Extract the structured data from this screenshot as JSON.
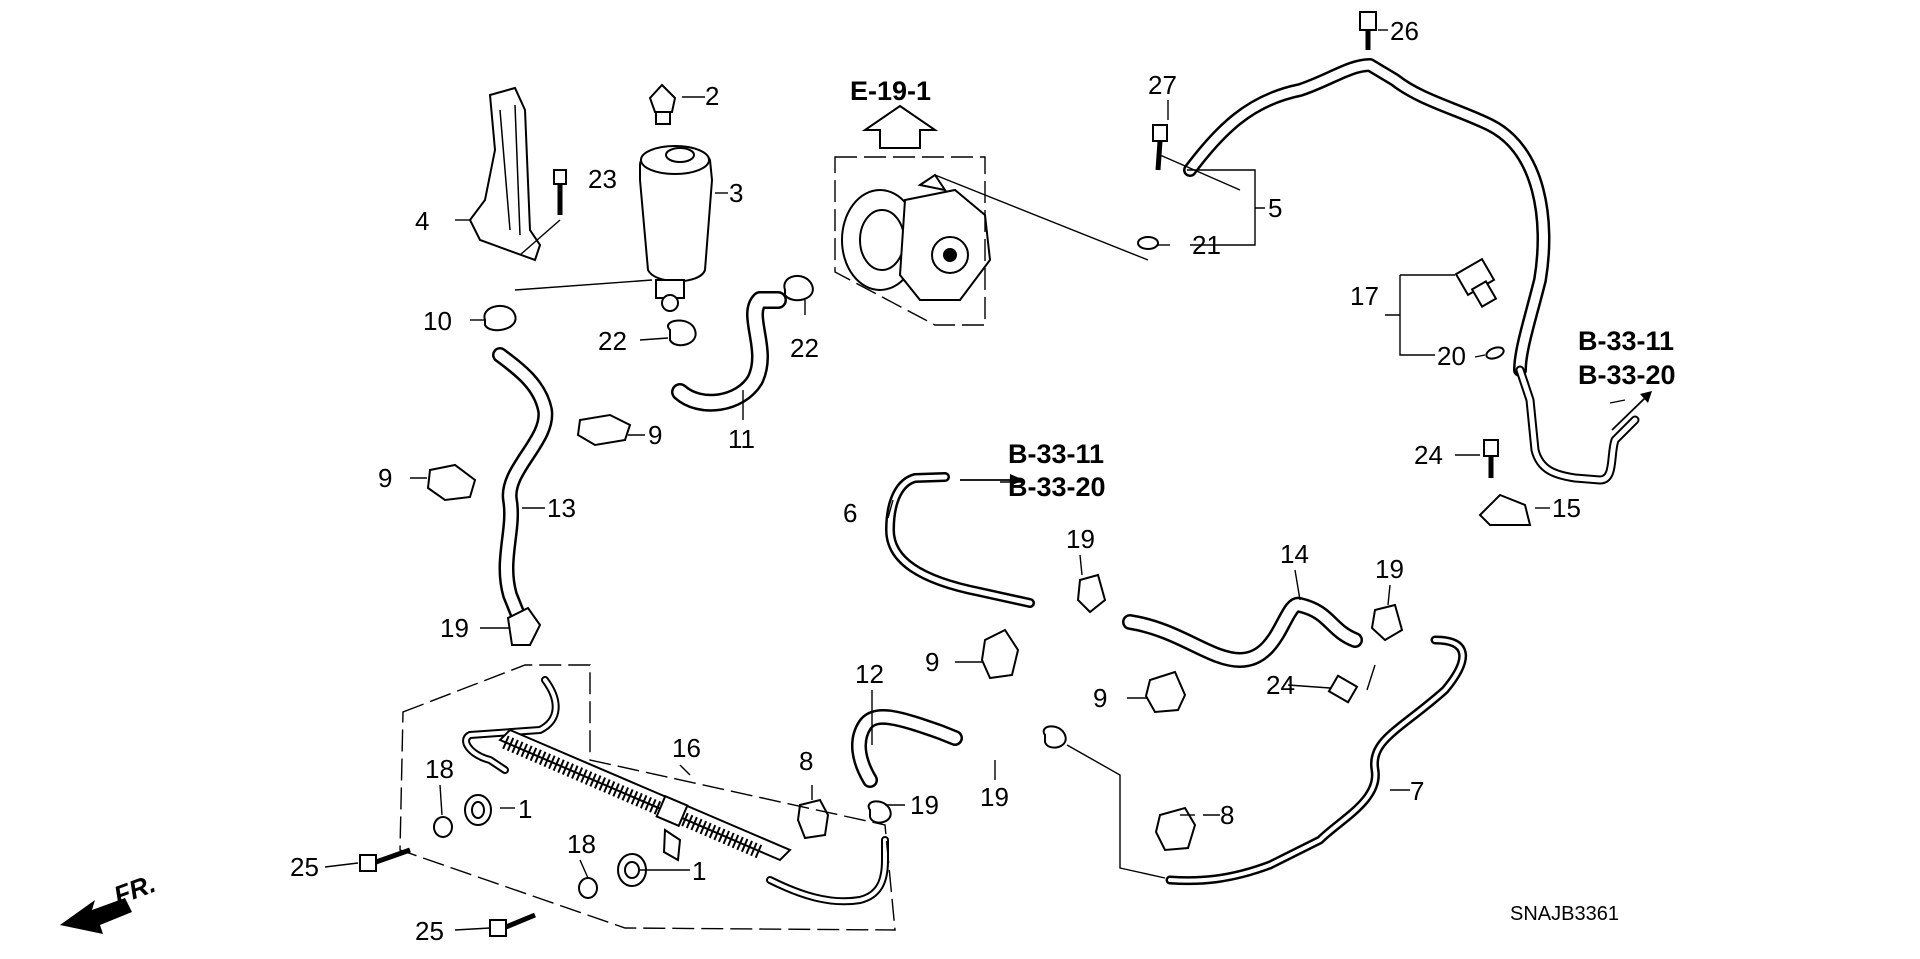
{
  "diagram_code": "SNAJB3361",
  "front_indicator": "FR.",
  "ref_top": "E-19-1",
  "ref_mid": [
    "B-33-11",
    "B-33-20"
  ],
  "ref_right": [
    "B-33-11",
    "B-33-20"
  ],
  "callouts": {
    "c1a": "1",
    "c1b": "1",
    "c2": "2",
    "c3": "3",
    "c4": "4",
    "c5": "5",
    "c6": "6",
    "c7": "7",
    "c8a": "8",
    "c8b": "8",
    "c9a": "9",
    "c9b": "9",
    "c9c": "9",
    "c9d": "9",
    "c10": "10",
    "c11": "11",
    "c12": "12",
    "c13": "13",
    "c14": "14",
    "c15": "15",
    "c16": "16",
    "c17": "17",
    "c18a": "18",
    "c18b": "18",
    "c19a": "19",
    "c19b": "19",
    "c19c": "19",
    "c19d": "19",
    "c19e": "19",
    "c20": "20",
    "c21": "21",
    "c22a": "22",
    "c22b": "22",
    "c23": "23",
    "c24a": "24",
    "c24b": "24",
    "c25a": "25",
    "c25b": "25",
    "c26": "26",
    "c27": "27"
  }
}
